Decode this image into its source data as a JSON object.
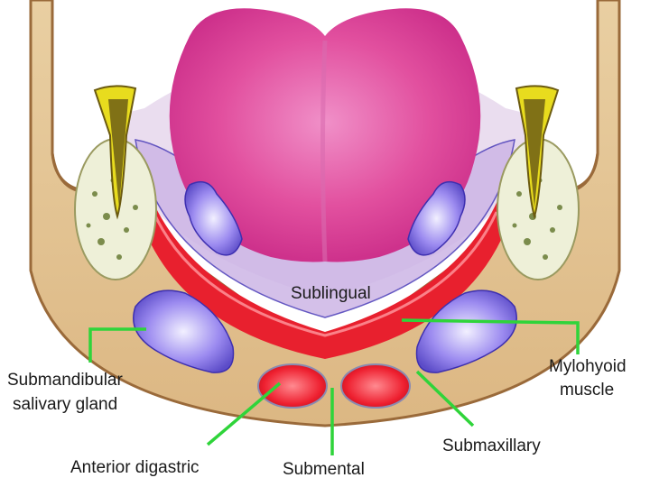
{
  "labels": {
    "sublingual": "Sublingual",
    "submandibular_line1": "Submandibular",
    "submandibular_line2": "salivary gland",
    "mylohyoid_line1": "Mylohyoid",
    "mylohyoid_line2": "muscle",
    "anterior_digastric": "Anterior digastric",
    "submental": "Submental",
    "submaxillary": "Submaxillary"
  },
  "colors": {
    "leader_line": "#2fd43a",
    "jaw_outline": "#9a6a3a",
    "jaw_fill": "#e3c28f",
    "tongue": "#e0409f",
    "mylohyoid": "#e8202e",
    "gland": "#7d6be0",
    "digastric": "#ee1f2f",
    "bone": "#eef0d8",
    "tooth": "#e8dc1e"
  }
}
